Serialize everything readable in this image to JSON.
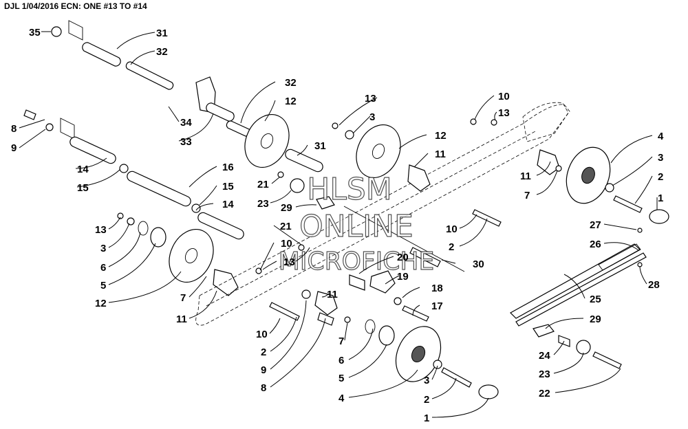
{
  "header": {
    "text": "DJL 1/04/2016 ECN: ONE #13 TO #14"
  },
  "watermark": {
    "line1": "HLSM",
    "line2": "ONLINE",
    "line3": "MICROFICHE"
  },
  "callouts": [
    {
      "id": "c35a",
      "text": "35"
    },
    {
      "id": "c31a",
      "text": "31"
    },
    {
      "id": "c32a",
      "text": "32"
    },
    {
      "id": "c8a",
      "text": "8"
    },
    {
      "id": "c9a",
      "text": "9"
    },
    {
      "id": "c34",
      "text": "34"
    },
    {
      "id": "c33",
      "text": "33"
    },
    {
      "id": "c32b",
      "text": "32"
    },
    {
      "id": "c12a",
      "text": "12"
    },
    {
      "id": "c14a",
      "text": "14"
    },
    {
      "id": "c15a",
      "text": "15"
    },
    {
      "id": "c16",
      "text": "16"
    },
    {
      "id": "c15b",
      "text": "15"
    },
    {
      "id": "c14b",
      "text": "14"
    },
    {
      "id": "c13a",
      "text": "13"
    },
    {
      "id": "c3a",
      "text": "3"
    },
    {
      "id": "c12b",
      "text": "12"
    },
    {
      "id": "c11a",
      "text": "11"
    },
    {
      "id": "c21a",
      "text": "21"
    },
    {
      "id": "c23a",
      "text": "23"
    },
    {
      "id": "c29a",
      "text": "29"
    },
    {
      "id": "c31b",
      "text": "31"
    },
    {
      "id": "c10a",
      "text": "10"
    },
    {
      "id": "c13b",
      "text": "13"
    },
    {
      "id": "c11b",
      "text": "11"
    },
    {
      "id": "c7a",
      "text": "7"
    },
    {
      "id": "c4a",
      "text": "4"
    },
    {
      "id": "c3b",
      "text": "3"
    },
    {
      "id": "c2a",
      "text": "2"
    },
    {
      "id": "c1a",
      "text": "1"
    },
    {
      "id": "c13c",
      "text": "13"
    },
    {
      "id": "c3c",
      "text": "3"
    },
    {
      "id": "c6a",
      "text": "6"
    },
    {
      "id": "c5a",
      "text": "5"
    },
    {
      "id": "c12c",
      "text": "12"
    },
    {
      "id": "c7b",
      "text": "7"
    },
    {
      "id": "c11c",
      "text": "11"
    },
    {
      "id": "c21b",
      "text": "21"
    },
    {
      "id": "c10b",
      "text": "10"
    },
    {
      "id": "c13d",
      "text": "13"
    },
    {
      "id": "c10c",
      "text": "10"
    },
    {
      "id": "c2b",
      "text": "2"
    },
    {
      "id": "c20",
      "text": "20"
    },
    {
      "id": "c30",
      "text": "30"
    },
    {
      "id": "c19",
      "text": "19"
    },
    {
      "id": "c11d",
      "text": "11"
    },
    {
      "id": "c18",
      "text": "18"
    },
    {
      "id": "c17",
      "text": "17"
    },
    {
      "id": "c10d",
      "text": "10"
    },
    {
      "id": "c2c",
      "text": "2"
    },
    {
      "id": "c9b",
      "text": "9"
    },
    {
      "id": "c8b",
      "text": "8"
    },
    {
      "id": "c7c",
      "text": "7"
    },
    {
      "id": "c6b",
      "text": "6"
    },
    {
      "id": "c5b",
      "text": "5"
    },
    {
      "id": "c4b",
      "text": "4"
    },
    {
      "id": "c3d",
      "text": "3"
    },
    {
      "id": "c2d",
      "text": "2"
    },
    {
      "id": "c1b",
      "text": "1"
    },
    {
      "id": "c27",
      "text": "27"
    },
    {
      "id": "c26",
      "text": "26"
    },
    {
      "id": "c28",
      "text": "28"
    },
    {
      "id": "c25",
      "text": "25"
    },
    {
      "id": "c29b",
      "text": "29"
    },
    {
      "id": "c24",
      "text": "24"
    },
    {
      "id": "c23b",
      "text": "23"
    },
    {
      "id": "c22",
      "text": "22"
    }
  ]
}
